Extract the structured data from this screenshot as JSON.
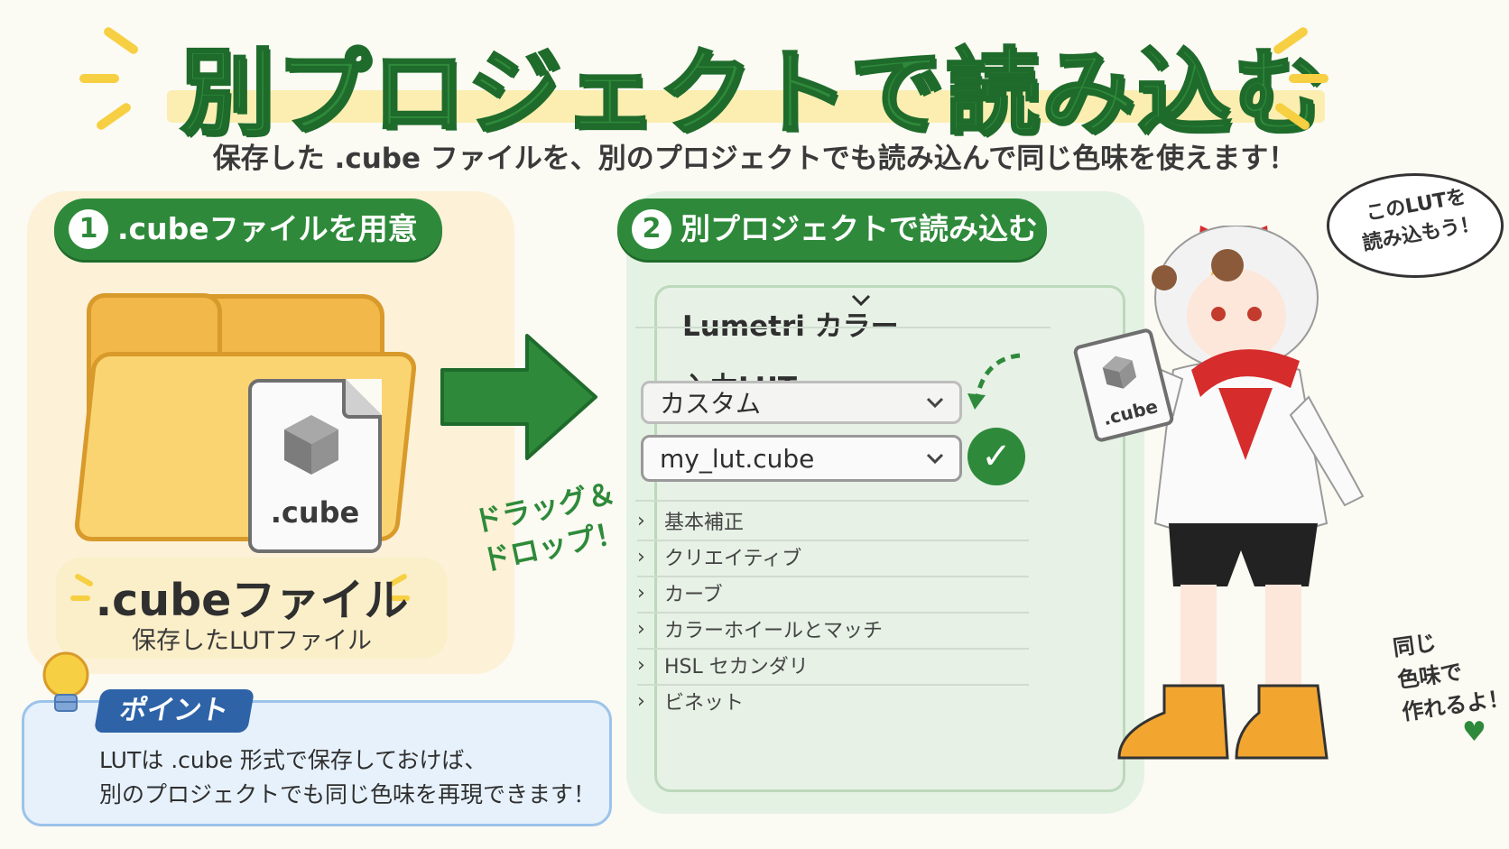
{
  "header": {
    "title": "別プロジェクトで読み込む",
    "subtitle": "保存した .cube ファイルを、別のプロジェクトでも読み込んで同じ色味を使えます！"
  },
  "step1": {
    "number": "1",
    "label": ".cubeファイルを用意",
    "file_ext": ".cube",
    "file_name": ".cubeファイル",
    "file_desc": "保存したLUTファイル"
  },
  "point": {
    "tag": "ポイント",
    "line1": "LUTは .cube 形式で保存しておけば、",
    "line2": "別のプロジェクトでも同じ色味を再現できます！"
  },
  "drag": {
    "line1": "ドラッグ＆",
    "line2": "ドロップ！"
  },
  "step2": {
    "number": "2",
    "label": "別プロジェクトで読み込む"
  },
  "lumetri": {
    "title": "Lumetri カラー",
    "input_lut_label": "入力LUT",
    "select_custom": "カスタム",
    "select_file": "my_lut.cube",
    "sections": [
      "基本補正",
      "クリエイティブ",
      "カーブ",
      "カラーホイールとマッチ",
      "HSL セカンダリ",
      "ビネット"
    ]
  },
  "character": {
    "bubble_line1": "このLUTを",
    "bubble_line2": "読み込もう！",
    "held_file_ext": ".cube",
    "note_line1": "同じ",
    "note_line2": "色味で",
    "note_line3": "作れるよ！"
  },
  "colors": {
    "green": "#2e8a3a",
    "blue": "#2f63a8",
    "yellow": "#f7cf42"
  },
  "icons": [
    "cube-icon",
    "folder-icon",
    "lightbulb-icon",
    "arrow-right-icon",
    "chevron-down-icon",
    "chevron-right-icon",
    "check-icon",
    "heart-icon"
  ]
}
